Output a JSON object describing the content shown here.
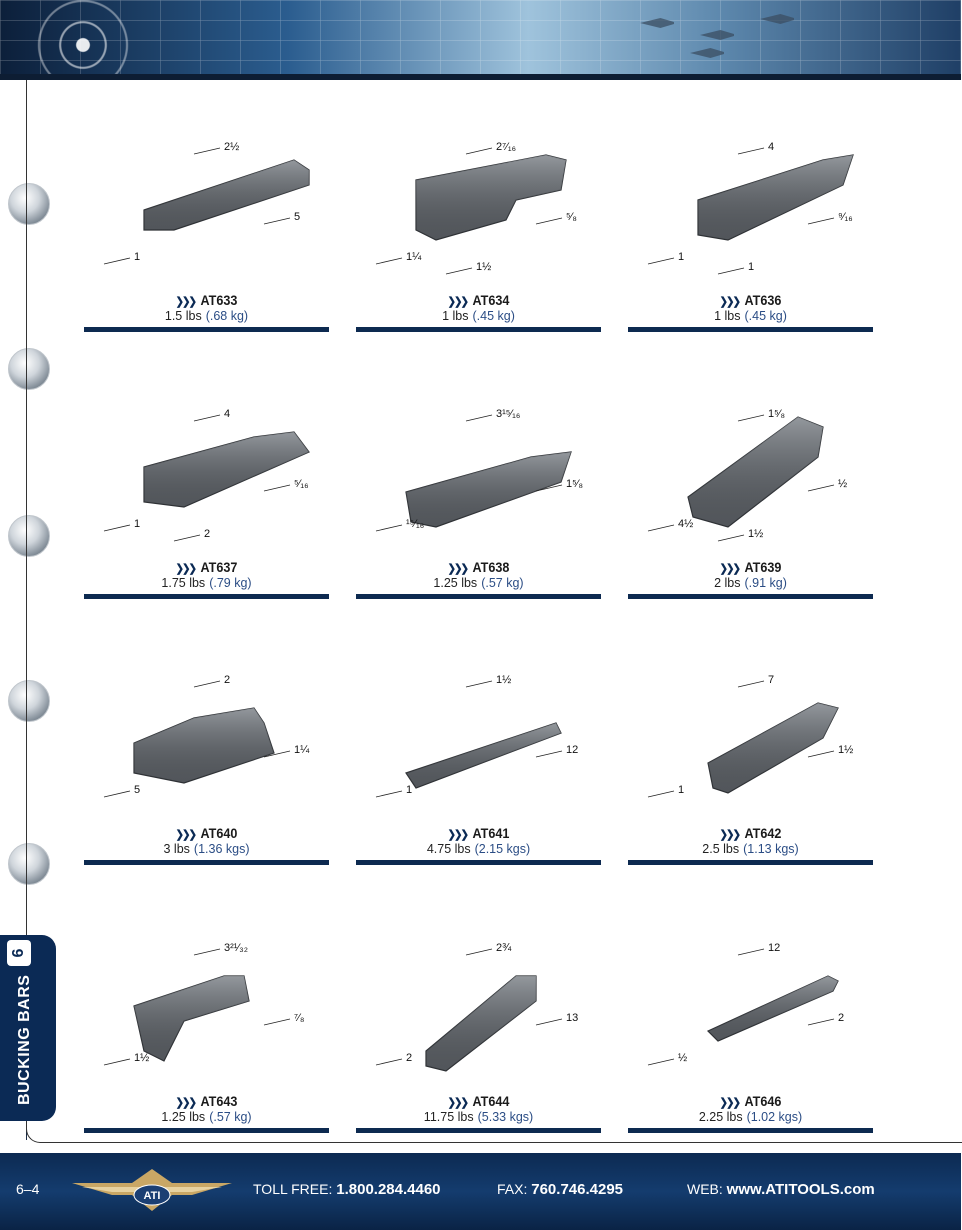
{
  "footer": {
    "page_number": "6–4",
    "toll_free_label": "TOLL FREE:",
    "toll_free_value": "1.800.284.4460",
    "fax_label": "FAX:",
    "fax_value": "760.746.4295",
    "web_label": "WEB:",
    "web_value": "www.ATITOOLS.com",
    "logo_text": "ATI"
  },
  "side_tab": {
    "number": "6",
    "label": "BUCKING BARS"
  },
  "products": [
    {
      "model": "AT633",
      "weight": "1.5 lbs",
      "metric": "(.68 kg)",
      "dims": [
        "2½",
        "5",
        "1"
      ]
    },
    {
      "model": "AT634",
      "weight": "1 lbs",
      "metric": "(.45 kg)",
      "dims": [
        "2⁷⁄₁₆",
        "⁵⁄₈",
        "1¼",
        "1½"
      ]
    },
    {
      "model": "AT636",
      "weight": "1 lbs",
      "metric": "(.45 kg)",
      "dims": [
        "4",
        "⁹⁄₁₆",
        "1",
        "1"
      ]
    },
    {
      "model": "AT637",
      "weight": "1.75 lbs",
      "metric": "(.79 kg)",
      "dims": [
        "4",
        "⁵⁄₁₆",
        "1",
        "2"
      ]
    },
    {
      "model": "AT638",
      "weight": "1.25 lbs",
      "metric": "(.57 kg)",
      "dims": [
        "3¹⁵⁄₁₆",
        "1⁵⁄₈",
        "¹⁵⁄₁₆"
      ]
    },
    {
      "model": "AT639",
      "weight": "2 lbs",
      "metric": "(.91 kg)",
      "dims": [
        "1⁵⁄₈",
        "½",
        "4½",
        "1½"
      ]
    },
    {
      "model": "AT640",
      "weight": "3 lbs",
      "metric": "(1.36 kgs)",
      "dims": [
        "2",
        "1¼",
        "5"
      ]
    },
    {
      "model": "AT641",
      "weight": "4.75 lbs",
      "metric": "(2.15 kgs)",
      "dims": [
        "1½",
        "12",
        "1"
      ]
    },
    {
      "model": "AT642",
      "weight": "2.5 lbs",
      "metric": "(1.13 kgs)",
      "dims": [
        "7",
        "1½",
        "1"
      ]
    },
    {
      "model": "AT643",
      "weight": "1.25 lbs",
      "metric": "(.57 kg)",
      "dims": [
        "3²¹⁄₃₂",
        "⁷⁄₈",
        "1½"
      ]
    },
    {
      "model": "AT644",
      "weight": "11.75 lbs",
      "metric": "(5.33 kgs)",
      "dims": [
        "2¾",
        "13",
        "2"
      ]
    },
    {
      "model": "AT646",
      "weight": "2.25 lbs",
      "metric": "(1.02 kgs)",
      "dims": [
        "12",
        "2",
        "½"
      ]
    }
  ]
}
